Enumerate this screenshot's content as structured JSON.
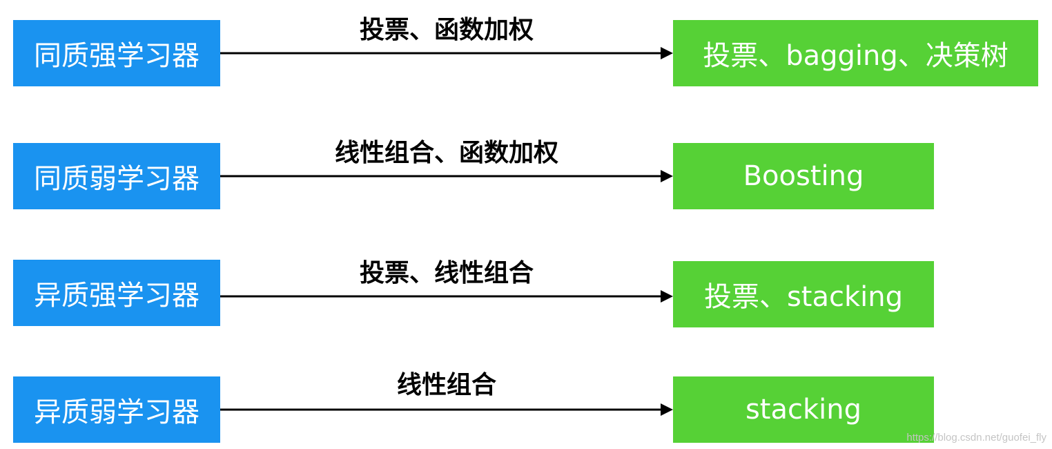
{
  "colors": {
    "source_box": "#1a93f0",
    "target_box": "#56d136",
    "arrow": "#000000"
  },
  "rows": [
    {
      "source": "同质强学习器",
      "edge": "投票、函数加权",
      "target": "投票、bagging、决策树"
    },
    {
      "source": "同质弱学习器",
      "edge": "线性组合、函数加权",
      "target": "Boosting"
    },
    {
      "source": "异质强学习器",
      "edge": "投票、线性组合",
      "target": "投票、stacking"
    },
    {
      "source": "异质弱学习器",
      "edge": "线性组合",
      "target": "stacking"
    }
  ],
  "watermark": "https://blog.csdn.net/guofei_fly"
}
